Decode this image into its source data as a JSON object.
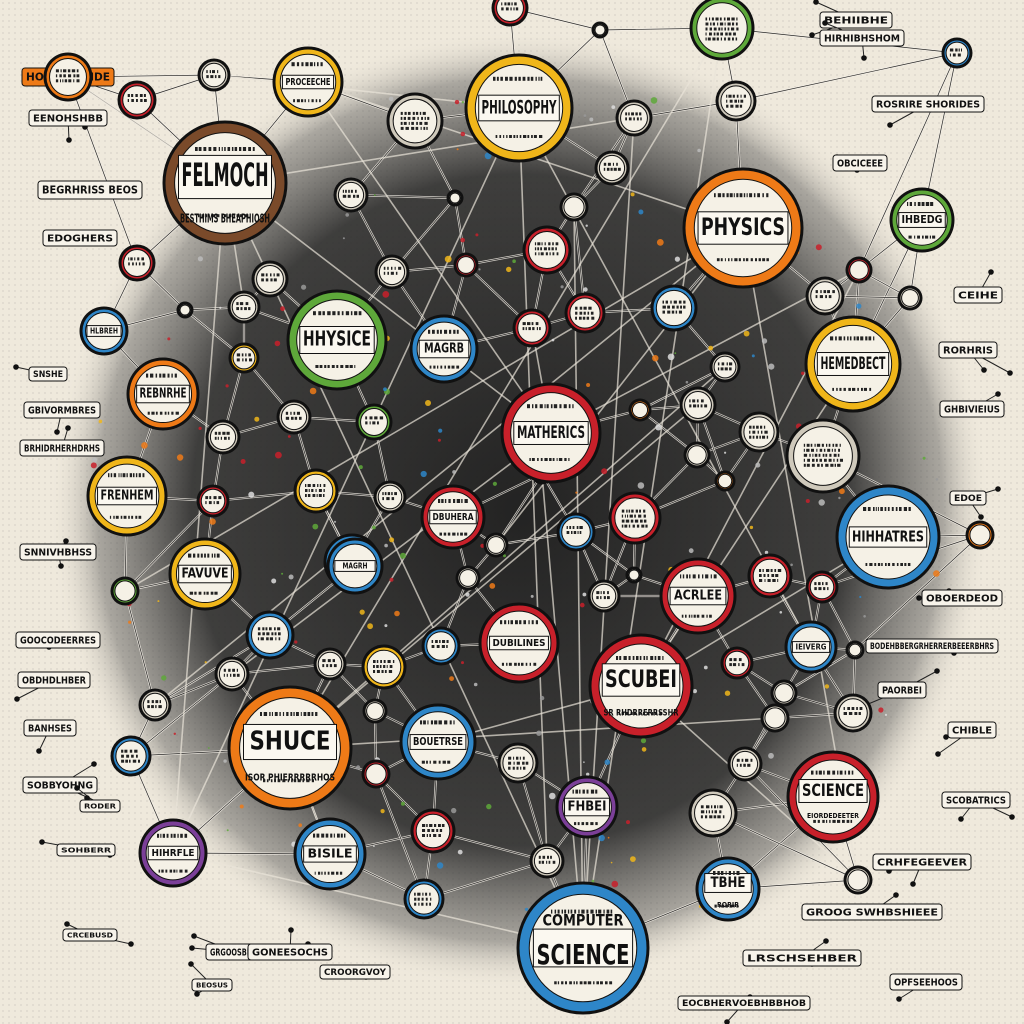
{
  "colors": {
    "background": "#efe9dc",
    "ink": "#111111",
    "network_center": "#2b2b2b",
    "red": "#c8202a",
    "orange": "#ee7a17",
    "yellow": "#f0b61a",
    "green": "#5ea83a",
    "blue": "#2e86c8",
    "purple": "#7b3f98",
    "brown": "#7a4a2a"
  },
  "nodes": [
    {
      "id": "felmoch",
      "label": "FELMOCH",
      "sub": "BESTHIMS BHEAPHIOSH",
      "color": "brown"
    },
    {
      "id": "philosophy",
      "label": "PHILOSOPHY",
      "color": "yellow"
    },
    {
      "id": "physics",
      "label": "PHYSICS",
      "color": "orange"
    },
    {
      "id": "hhysice",
      "label": "HHYSICE",
      "color": "green"
    },
    {
      "id": "magrb",
      "label": "MAGRB",
      "color": "blue"
    },
    {
      "id": "hemedbect",
      "label": "HEMEDBECT",
      "color": "yellow"
    },
    {
      "id": "mathrics",
      "label": "MATHERICS",
      "color": "red"
    },
    {
      "id": "rebnrhe",
      "label": "REBNRHE",
      "color": "orange"
    },
    {
      "id": "frenhem",
      "label": "FRENHEM",
      "color": "yellow"
    },
    {
      "id": "favuve",
      "label": "FAVUVE",
      "color": "yellow"
    },
    {
      "id": "hihhatres",
      "label": "HIHHATRES",
      "color": "blue"
    },
    {
      "id": "acrlee",
      "label": "ACRLEE",
      "color": "red"
    },
    {
      "id": "scubei",
      "label": "SCUBEI",
      "sub": "SR RHDRRERRSSHR",
      "color": "red"
    },
    {
      "id": "shuce",
      "label": "SHUCE",
      "sub": "ISOR PHIERRRRRHOS",
      "color": "orange"
    },
    {
      "id": "bouetrse",
      "label": "BOUETRSE",
      "color": "blue"
    },
    {
      "id": "fhbei",
      "label": "FHBEI",
      "color": "purple"
    },
    {
      "id": "science",
      "label": "SCIENCE",
      "sub": "EIORDEDEETER",
      "color": "red"
    },
    {
      "id": "tbhe",
      "label": "TBHE",
      "sub": "RORIR",
      "color": "blue"
    },
    {
      "id": "compsci",
      "label": "SCIENCE",
      "sub": "COMPUTER",
      "color": "blue"
    },
    {
      "id": "bisile",
      "label": "BISILE",
      "color": "blue"
    },
    {
      "id": "ihbedg",
      "label": "IHBEDG",
      "color": "green"
    },
    {
      "id": "hihrefle",
      "label": "HIHRFLE",
      "color": "purple"
    },
    {
      "id": "proceeche",
      "label": "PROCEECHE",
      "color": "yellow"
    },
    {
      "id": "hlbreh",
      "label": "HLBREH",
      "color": "blue"
    },
    {
      "id": "ieiverg",
      "label": "IEIVERG",
      "color": "blue"
    },
    {
      "id": "bbuhera",
      "label": "DBUHERA",
      "color": "red"
    },
    {
      "id": "dubilines",
      "label": "DUBILINES",
      "color": "red"
    },
    {
      "id": "magrh",
      "label": "MAGRH",
      "color": "blue"
    }
  ],
  "tags": [
    "HOL SHHIMDE",
    "EENOHSHBB",
    "BEGRHRISS BEOS",
    "EDOGHERS",
    "SNSHE",
    "GBIVORMBRES",
    "BRHIDRHERHDRHS",
    "SNNIVHBHSS",
    "GOOCODEERRES",
    "OBDHDLHBER",
    "BANHSES",
    "SOBBYOHNG",
    "RODER",
    "SOHBERR",
    "CRCEBUSD",
    "GRGOOSBHAS",
    "BEHIIBHE",
    "HIRHIBHSHOM",
    "ROSRIRE SHORIDES",
    "OBCICEEE",
    "CEIHE",
    "RORHRIS",
    "GHBIVIEIUS",
    "EDOE",
    "OBOERDEOD",
    "PAORBEI",
    "CHIBLE",
    "SCOBATRICS",
    "CRHFEGEEVER",
    "GROOG SWHBSHIEEE",
    "LRSCHSEHBER",
    "OPFSEEHOOS",
    "EOCBHERVOEBHBBHOB",
    "GONEESOCHS",
    "CROORGVOY",
    "BEOSUS",
    "BODEHBBERGRHERRERBEEERBHRS"
  ]
}
